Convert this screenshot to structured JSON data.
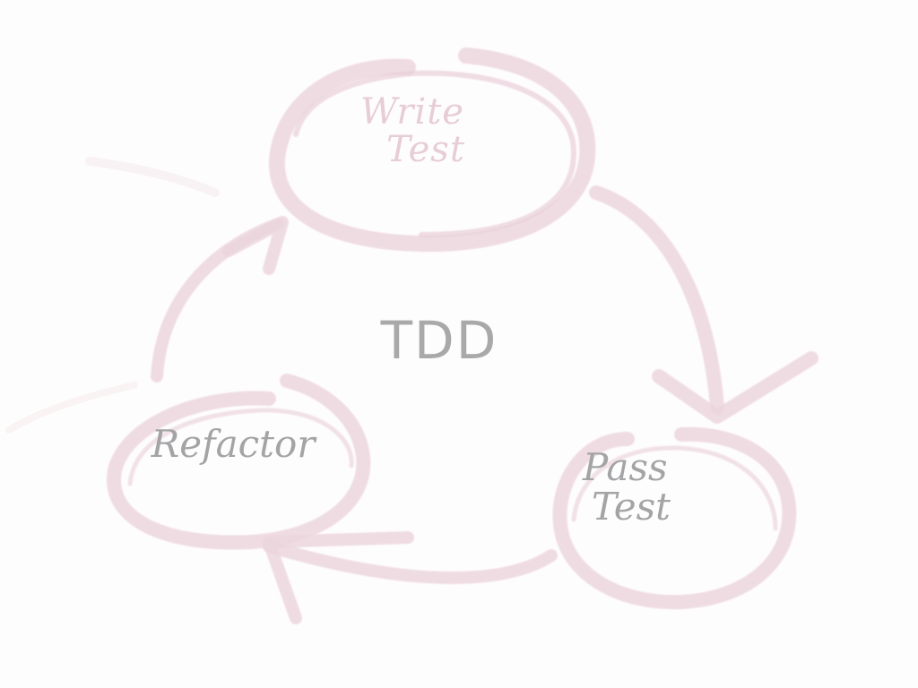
{
  "diagram": {
    "center_label": "TDD",
    "nodes": [
      {
        "id": "write-test",
        "lines": [
          "Write",
          "Test"
        ]
      },
      {
        "id": "pass-test",
        "lines": [
          "Pass",
          "Test"
        ]
      },
      {
        "id": "refactor",
        "lines": [
          "Refactor"
        ]
      }
    ],
    "edges": [
      {
        "from": "write-test",
        "to": "pass-test"
      },
      {
        "from": "pass-test",
        "to": "refactor"
      },
      {
        "from": "refactor",
        "to": "write-test"
      }
    ],
    "colors": {
      "circle_stroke": "#ecd6de",
      "write_text": "#e7cdd6",
      "gray_text": "#a4a4a6",
      "background": "#fefdfd"
    }
  }
}
